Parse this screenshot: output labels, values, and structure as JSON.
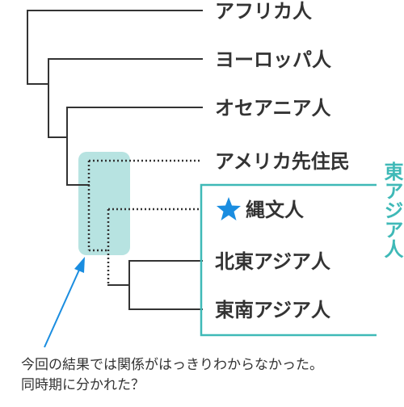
{
  "leaves": [
    {
      "id": "africa",
      "label": "アフリカ人"
    },
    {
      "id": "europe",
      "label": "ヨーロッパ人"
    },
    {
      "id": "oceania",
      "label": "オセアニア人"
    },
    {
      "id": "americas",
      "label": "アメリカ先住民"
    },
    {
      "id": "jomon",
      "label": "縄文人"
    },
    {
      "id": "ne_asia",
      "label": "北東アジア人"
    },
    {
      "id": "se_asia",
      "label": "東南アジア人"
    }
  ],
  "group": {
    "label": "東アジア人",
    "color": "#3fb9b7"
  },
  "highlight": {
    "color": "#b7e3e1",
    "star_color": "#1a8de0",
    "arrow_color": "#1a8de0"
  },
  "note": {
    "line1": "今回の結果では関係がはっきりわからなかった。",
    "line2": "同時期に分かれた？"
  }
}
